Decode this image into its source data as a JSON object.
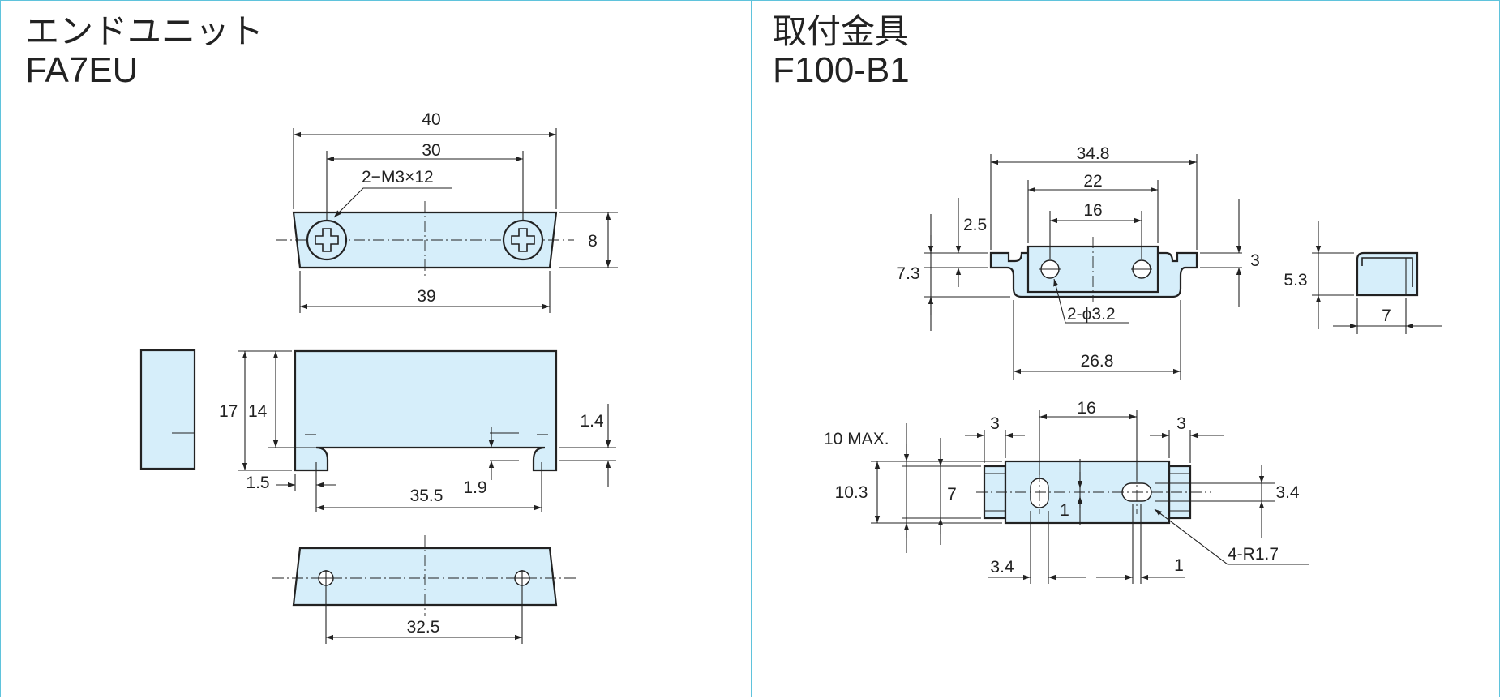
{
  "left_panel": {
    "title": "エンドユニット",
    "model": "FA7EU",
    "dims": {
      "d40": "40",
      "d30": "30",
      "screw": "2−M3×12",
      "d8": "8",
      "d39": "39",
      "d17": "17",
      "d14": "14",
      "d1_4": "1.4",
      "d1_5": "1.5",
      "d35_5": "35.5",
      "d1_9": "1.9",
      "d32_5": "32.5"
    }
  },
  "right_panel": {
    "title": "取付金具",
    "model": "F100-B1",
    "dims": {
      "d34_8": "34.8",
      "d22": "22",
      "d16_top": "16",
      "d2_5": "2.5",
      "d7_3": "7.3",
      "d3_top": "3",
      "holes": "2-ϕ3.2",
      "d26_8": "26.8",
      "d5_3": "5.3",
      "d7_side": "7",
      "d16_bot": "16",
      "d3_a": "3",
      "d3_b": "3",
      "d10max": "10 MAX.",
      "d10_3": "10.3",
      "d7_bot": "7",
      "d1_mid": "1",
      "d3_4_right": "3.4",
      "d3_4_left": "3.4",
      "d1_bot": "1",
      "radius": "4-R1.7"
    }
  }
}
